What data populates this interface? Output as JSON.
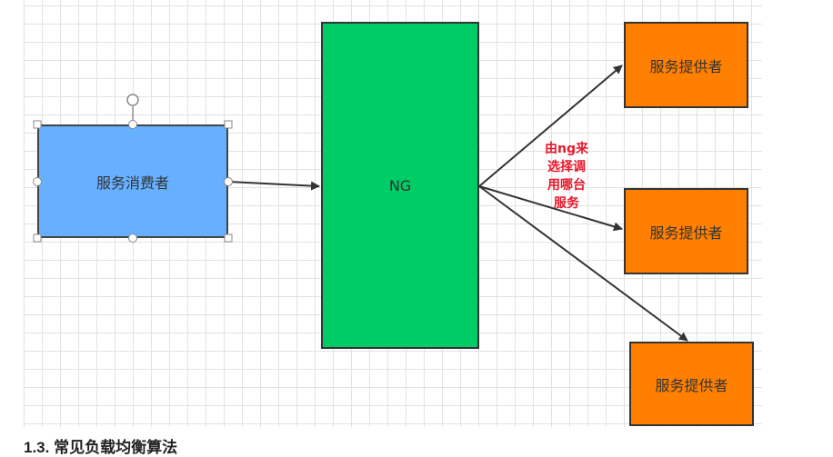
{
  "diagram": {
    "consumer_label": "服务消费者",
    "ng_label": "NG",
    "provider_labels": [
      "服务提供者",
      "服务提供者",
      "服务提供者"
    ],
    "annotation": "由ng来\n选择调\n用哪台\n服务"
  },
  "section_title": "1.3. 常见负载均衡算法",
  "colors": {
    "consumer": "#66b0ff",
    "ng": "#00cc66",
    "provider": "#ff8000",
    "annotation": "#e8172b",
    "arrow": "#333333"
  }
}
